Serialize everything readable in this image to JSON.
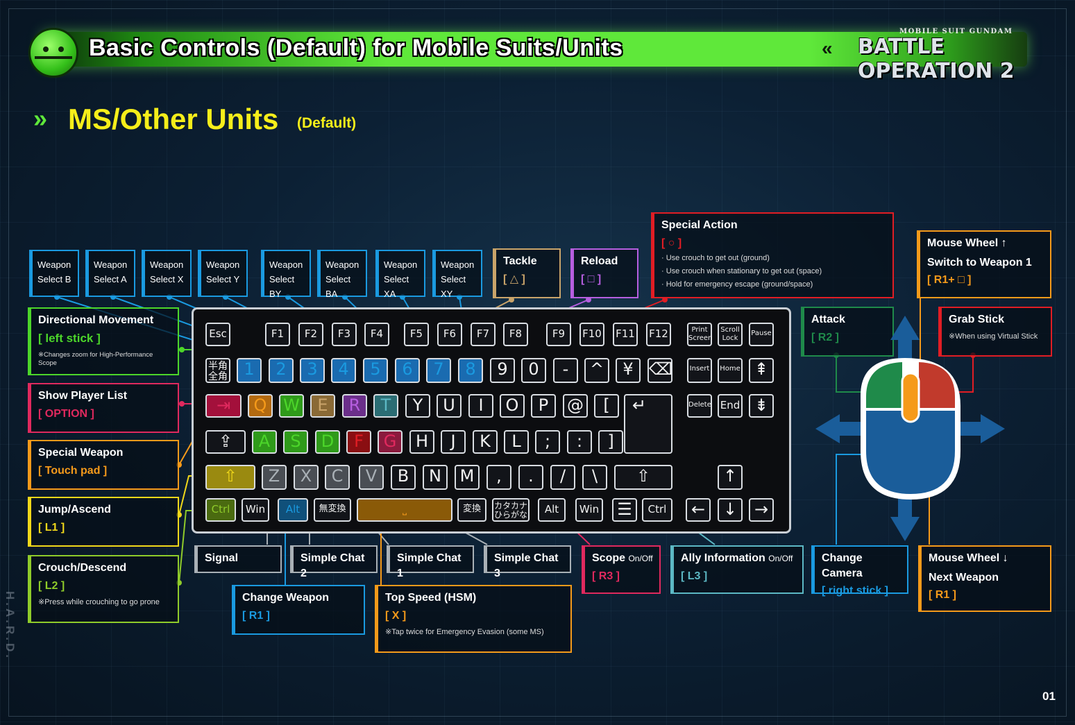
{
  "header": {
    "title": "Basic Controls (Default) for Mobile Suits/Units",
    "logo_top": "MOBILE SUIT GUNDAM",
    "logo_main": "BATTLE OPERATION 2",
    "logo_arrows": "«"
  },
  "section": {
    "arrows": "»",
    "title": "MS/Other Units",
    "subtitle": "(Default)"
  },
  "weapon_select": [
    {
      "line1": "Weapon",
      "line2": "Select B"
    },
    {
      "line1": "Weapon",
      "line2": "Select A"
    },
    {
      "line1": "Weapon",
      "line2": "Select X"
    },
    {
      "line1": "Weapon",
      "line2": "Select Y"
    },
    {
      "line1": "Weapon",
      "line2": "Select BY"
    },
    {
      "line1": "Weapon",
      "line2": "Select BA"
    },
    {
      "line1": "Weapon",
      "line2": "Select XA"
    },
    {
      "line1": "Weapon",
      "line2": "Select XY"
    }
  ],
  "tackle": {
    "title": "Tackle",
    "key": "[ △ ]"
  },
  "reload": {
    "title": "Reload",
    "key": "[ □ ]"
  },
  "special_action": {
    "title": "Special Action",
    "key": "[ ○ ]",
    "notes": [
      "· Use crouch to get out (ground)",
      "· Use crouch when stationary to get out (space)",
      "· Hold for emergency escape (ground/space)"
    ]
  },
  "mouse_wheel_up": {
    "title": "Mouse Wheel ↑",
    "sub": "Switch to Weapon 1",
    "key": "[ R1+ □ ]"
  },
  "attack": {
    "title": "Attack",
    "key": "[ R2 ]"
  },
  "grab_stick": {
    "title": "Grab Stick",
    "note": "※When using Virtual Stick"
  },
  "directional": {
    "title": "Directional Movement",
    "key": "[ left stick ]",
    "note": "※Changes zoom for High-Performance Scope"
  },
  "player_list": {
    "title": "Show Player List",
    "key": "[ OPTION ]"
  },
  "special_weapon": {
    "title": "Special Weapon",
    "key": "[ Touch pad ]"
  },
  "jump": {
    "title": "Jump/Ascend",
    "key": "[ L1 ]"
  },
  "crouch": {
    "title": "Crouch/Descend",
    "key": "[ L2 ]",
    "note": "※Press while crouching to go prone"
  },
  "signal": {
    "title": "Signal"
  },
  "simple_chat_2": {
    "title": "Simple Chat 2"
  },
  "simple_chat_1": {
    "title": "Simple Chat 1"
  },
  "simple_chat_3": {
    "title": "Simple Chat 3"
  },
  "scope": {
    "title": "Scope",
    "toggle": "On/Off",
    "key": "[ R3 ]"
  },
  "ally_info": {
    "title": "Ally Information",
    "toggle": "On/Off",
    "key": "[ L3 ]"
  },
  "change_camera": {
    "title": "Change Camera",
    "key": "[ right stick ]"
  },
  "mouse_wheel_down": {
    "title": "Mouse Wheel ↓",
    "sub": "Next Weapon",
    "key": "[ R1 ]"
  },
  "change_weapon": {
    "title": "Change Weapon",
    "key": "[ R1 ]"
  },
  "top_speed": {
    "title": "Top Speed (HSM)",
    "key": "[ X ]",
    "note": "※Tap twice for Emergency Evasion (some MS)"
  },
  "keyboard": {
    "fn_row": [
      "Esc",
      "F1",
      "F2",
      "F3",
      "F4",
      "F5",
      "F6",
      "F7",
      "F8",
      "F9",
      "F10",
      "F11",
      "F12"
    ],
    "sys_keys": [
      "Print Screen",
      "Scroll Lock",
      "Pause"
    ],
    "num_row": [
      "半角全角",
      "1",
      "2",
      "3",
      "4",
      "5",
      "6",
      "7",
      "8",
      "9",
      "0",
      "-",
      "^",
      "¥",
      "⌫"
    ],
    "nav_top": [
      "Insert",
      "Home",
      "⇞"
    ],
    "q_row": [
      "⇥",
      "Q",
      "W",
      "E",
      "R",
      "T",
      "Y",
      "U",
      "I",
      "O",
      "P",
      "@",
      "[",
      "↵"
    ],
    "nav_mid": [
      "Delete",
      "End",
      "⇟"
    ],
    "a_row": [
      "⇪",
      "A",
      "S",
      "D",
      "F",
      "G",
      "H",
      "J",
      "K",
      "L",
      ";",
      ":",
      "]"
    ],
    "z_row": [
      "⇧",
      "Z",
      "X",
      "C",
      "V",
      "B",
      "N",
      "M",
      ",",
      ".",
      "/",
      "\\",
      "⇧"
    ],
    "arrow_up": "↑",
    "bottom_row": [
      "Ctrl",
      "Win",
      "Alt",
      "無変換",
      "⎵",
      "変換",
      "カタカナひらがな",
      "Alt",
      "Win",
      "☰",
      "Ctrl"
    ],
    "arrows": [
      "←",
      "↓",
      "→"
    ]
  },
  "side_mark": "H.A.R.D.",
  "page_number": "01",
  "colors": {
    "green": "#4cd62a",
    "pink": "#e0295e",
    "orange": "#f59a1a",
    "yellow": "#f0d81a",
    "lime": "#8fcb2a",
    "blue": "#1a9ae0",
    "gray": "#a9b0b6",
    "red": "#e11d24",
    "tan": "#c9a46a",
    "purple": "#b65ee0",
    "teal": "#5cb8c4",
    "darkgreen": "#1f8a4a"
  }
}
